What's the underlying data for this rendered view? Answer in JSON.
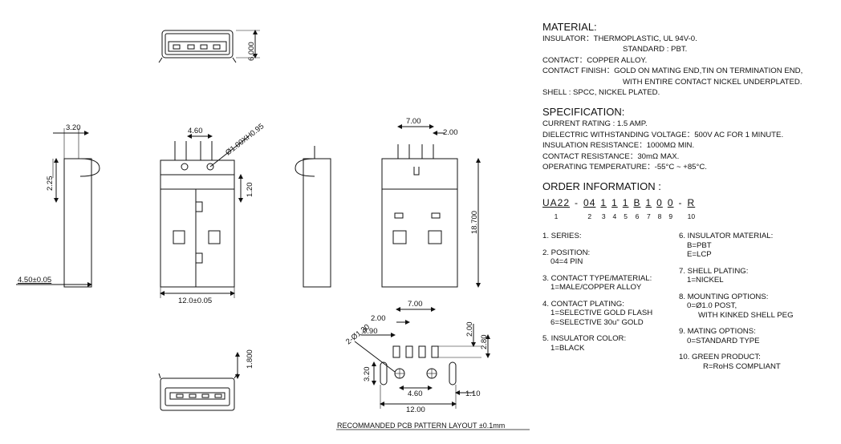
{
  "drawing": {
    "top_view_dim": "6.000",
    "dim_320": "3.20",
    "dim_225": "2.25",
    "dim_450": "4.50±0.05",
    "dim_460": "4.60",
    "dim_hole": "Ø1.00XH0.95",
    "dim_120": "1.20",
    "dim_1200": "12.0±0.05",
    "dim_700": "7.00",
    "dim_200": "2.00",
    "dim_18700": "18.700",
    "dim_1800": "1.800",
    "pcb_700": "7.00",
    "pcb_200a": "2.00",
    "pcb_090": "0.90",
    "pcb_200b": "2.00",
    "pcb_280": "2.80",
    "pcb_holes": "2-Ø1.30",
    "pcb_320": "3.20",
    "pcb_460": "4.60",
    "pcb_110": "1.10",
    "pcb_1200": "12.00",
    "pcb_caption": "RECOMMANDED PCB PATTERN LAYOUT ±0.1mm"
  },
  "material": {
    "title": "MATERIAL:",
    "lines": [
      "INSULATOR：THERMOPLASTIC, UL 94V-0.",
      "STANDARD : PBT.",
      "CONTACT：COPPER ALLOY.",
      "CONTACT FINISH：GOLD ON MATING END,TIN ON TERMINATION END,",
      "WITH ENTIRE CONTACT NICKEL UNDERPLATED.",
      "SHELL : SPCC, NICKEL PLATED."
    ]
  },
  "specification": {
    "title": "SPECIFICATION:",
    "lines": [
      "CURRENT RATING : 1.5 AMP.",
      "DIELECTRIC WITHSTANDING VOLTAGE：500V AC FOR 1 MINUTE.",
      "INSULATION RESISTANCE：1000MΩ MIN.",
      "CONTACT RESISTANCE：30mΩ MAX.",
      "OPERATING TEMPERATURE：-55°C ~ +85°C."
    ]
  },
  "order": {
    "title": "ORDER INFORMATION :",
    "codes": [
      "UA22",
      "-",
      "04",
      "1",
      "1",
      "1",
      "B",
      "1",
      "0",
      "0",
      "-",
      "R"
    ],
    "numbers": [
      "1",
      "",
      "2",
      "3",
      "4",
      "5",
      "6",
      "7",
      "8",
      "9",
      "",
      "10"
    ],
    "left": [
      {
        "title": "1. SERIES:",
        "lines": []
      },
      {
        "title": "2. POSITION:",
        "lines": [
          "04=4 PIN"
        ]
      },
      {
        "title": "3. CONTACT TYPE/MATERIAL:",
        "lines": [
          "1=MALE/COPPER ALLOY"
        ]
      },
      {
        "title": "4. CONTACT PLATING:",
        "lines": [
          "1=SELECTIVE GOLD FLASH",
          "6=SELECTIVE 30u\" GOLD"
        ]
      },
      {
        "title": "5. INSULATOR COLOR:",
        "lines": [
          "1=BLACK"
        ]
      }
    ],
    "right": [
      {
        "title": "6. INSULATOR MATERIAL:",
        "lines": [
          "B=PBT",
          "E=LCP"
        ]
      },
      {
        "title": "7. SHELL PLATING:",
        "lines": [
          "1=NICKEL"
        ]
      },
      {
        "title": "8. MOUNTING OPTIONS:",
        "lines": [
          "0=Ø1.0 POST,",
          "WITH KINKED SHELL PEG"
        ]
      },
      {
        "title": "9. MATING OPTIONS:",
        "lines": [
          "0=STANDARD TYPE"
        ]
      },
      {
        "title": "10. GREEN PRODUCT:",
        "lines": [
          "R=RoHS COMPLIANT"
        ]
      }
    ]
  }
}
